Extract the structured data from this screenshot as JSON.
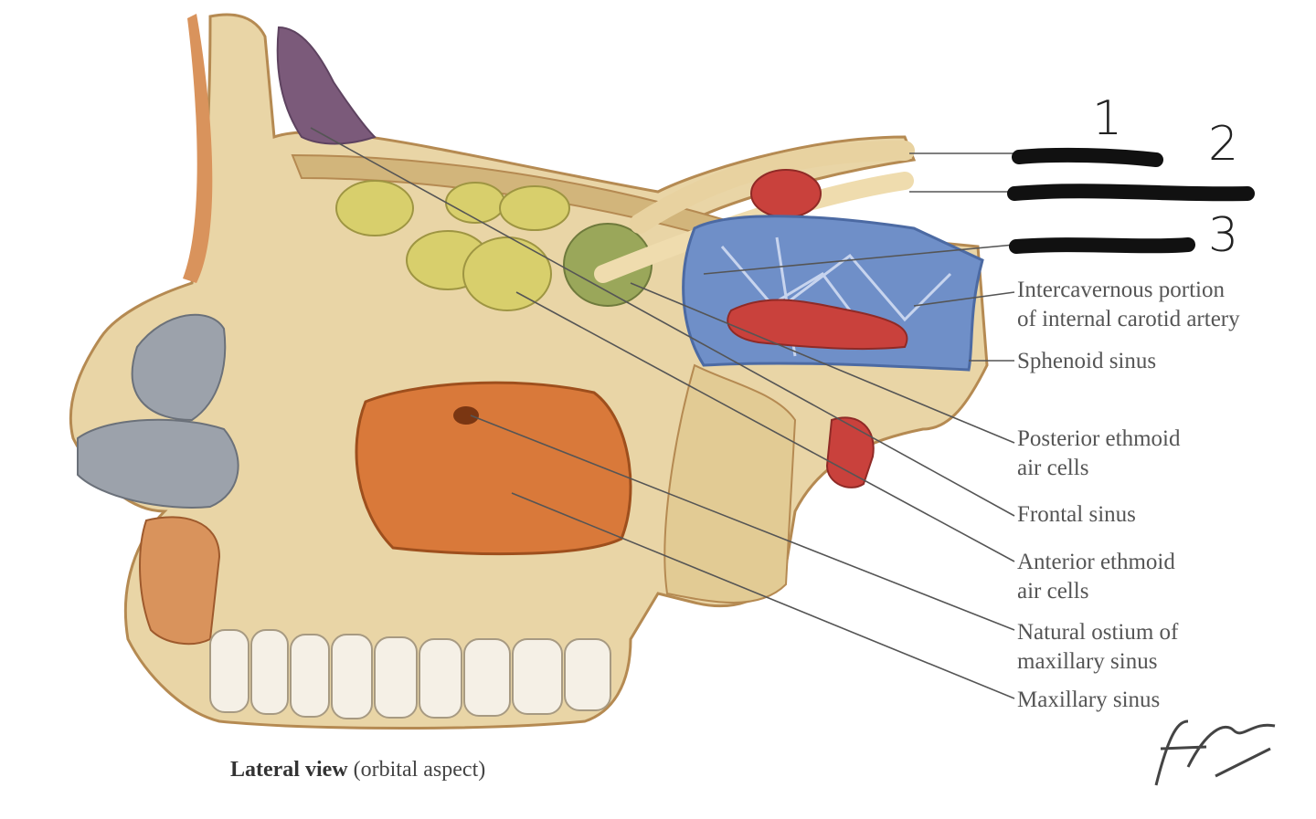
{
  "labels": {
    "intercavernous_1": "Intercavernous portion",
    "intercavernous_2": "of internal carotid artery",
    "sphenoid": "Sphenoid sinus",
    "post_ethmoid_1": "Posterior ethmoid",
    "post_ethmoid_2": "air cells",
    "frontal": "Frontal sinus",
    "ant_ethmoid_1": "Anterior ethmoid",
    "ant_ethmoid_2": "air cells",
    "ostium_1": "Natural ostium of",
    "ostium_2": "maxillary sinus",
    "maxillary": "Maxillary sinus"
  },
  "handwritten_numbers": {
    "n1": "1",
    "n2": "2",
    "n3": "3"
  },
  "caption": {
    "bold": "Lateral view",
    "rest": " (orbital aspect)"
  },
  "signature": "F. Netter",
  "colors": {
    "bone": "#e9d5a6",
    "bone_shade": "#c9a96a",
    "ethmoid": "#d8cf6c",
    "sphenoid_blue": "#6f8fc8",
    "artery_red": "#c9413c",
    "maxillary_orange": "#d9793a",
    "cartilage_gray": "#9ca2ab",
    "leader_line": "#555555"
  }
}
